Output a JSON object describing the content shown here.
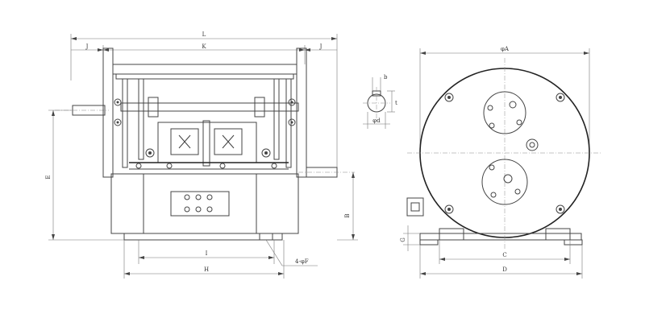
{
  "front_view": {
    "dim_overall_length": "L",
    "dim_left_offset": "J",
    "dim_frame_width": "K",
    "dim_right_offset": "J",
    "dim_shaft_height": "E",
    "dim_foot_height": "B",
    "dim_hole_spacing": "I",
    "dim_base_length": "H",
    "dim_bolt_holes": "4-φF"
  },
  "shaft_detail": {
    "dim_key_width": "b",
    "dim_key_depth": "t",
    "dim_shaft_dia": "φd"
  },
  "side_view": {
    "dim_drum_dia": "φA",
    "dim_base_thickness": "G",
    "dim_foot_spacing": "C",
    "dim_base_width": "D"
  }
}
